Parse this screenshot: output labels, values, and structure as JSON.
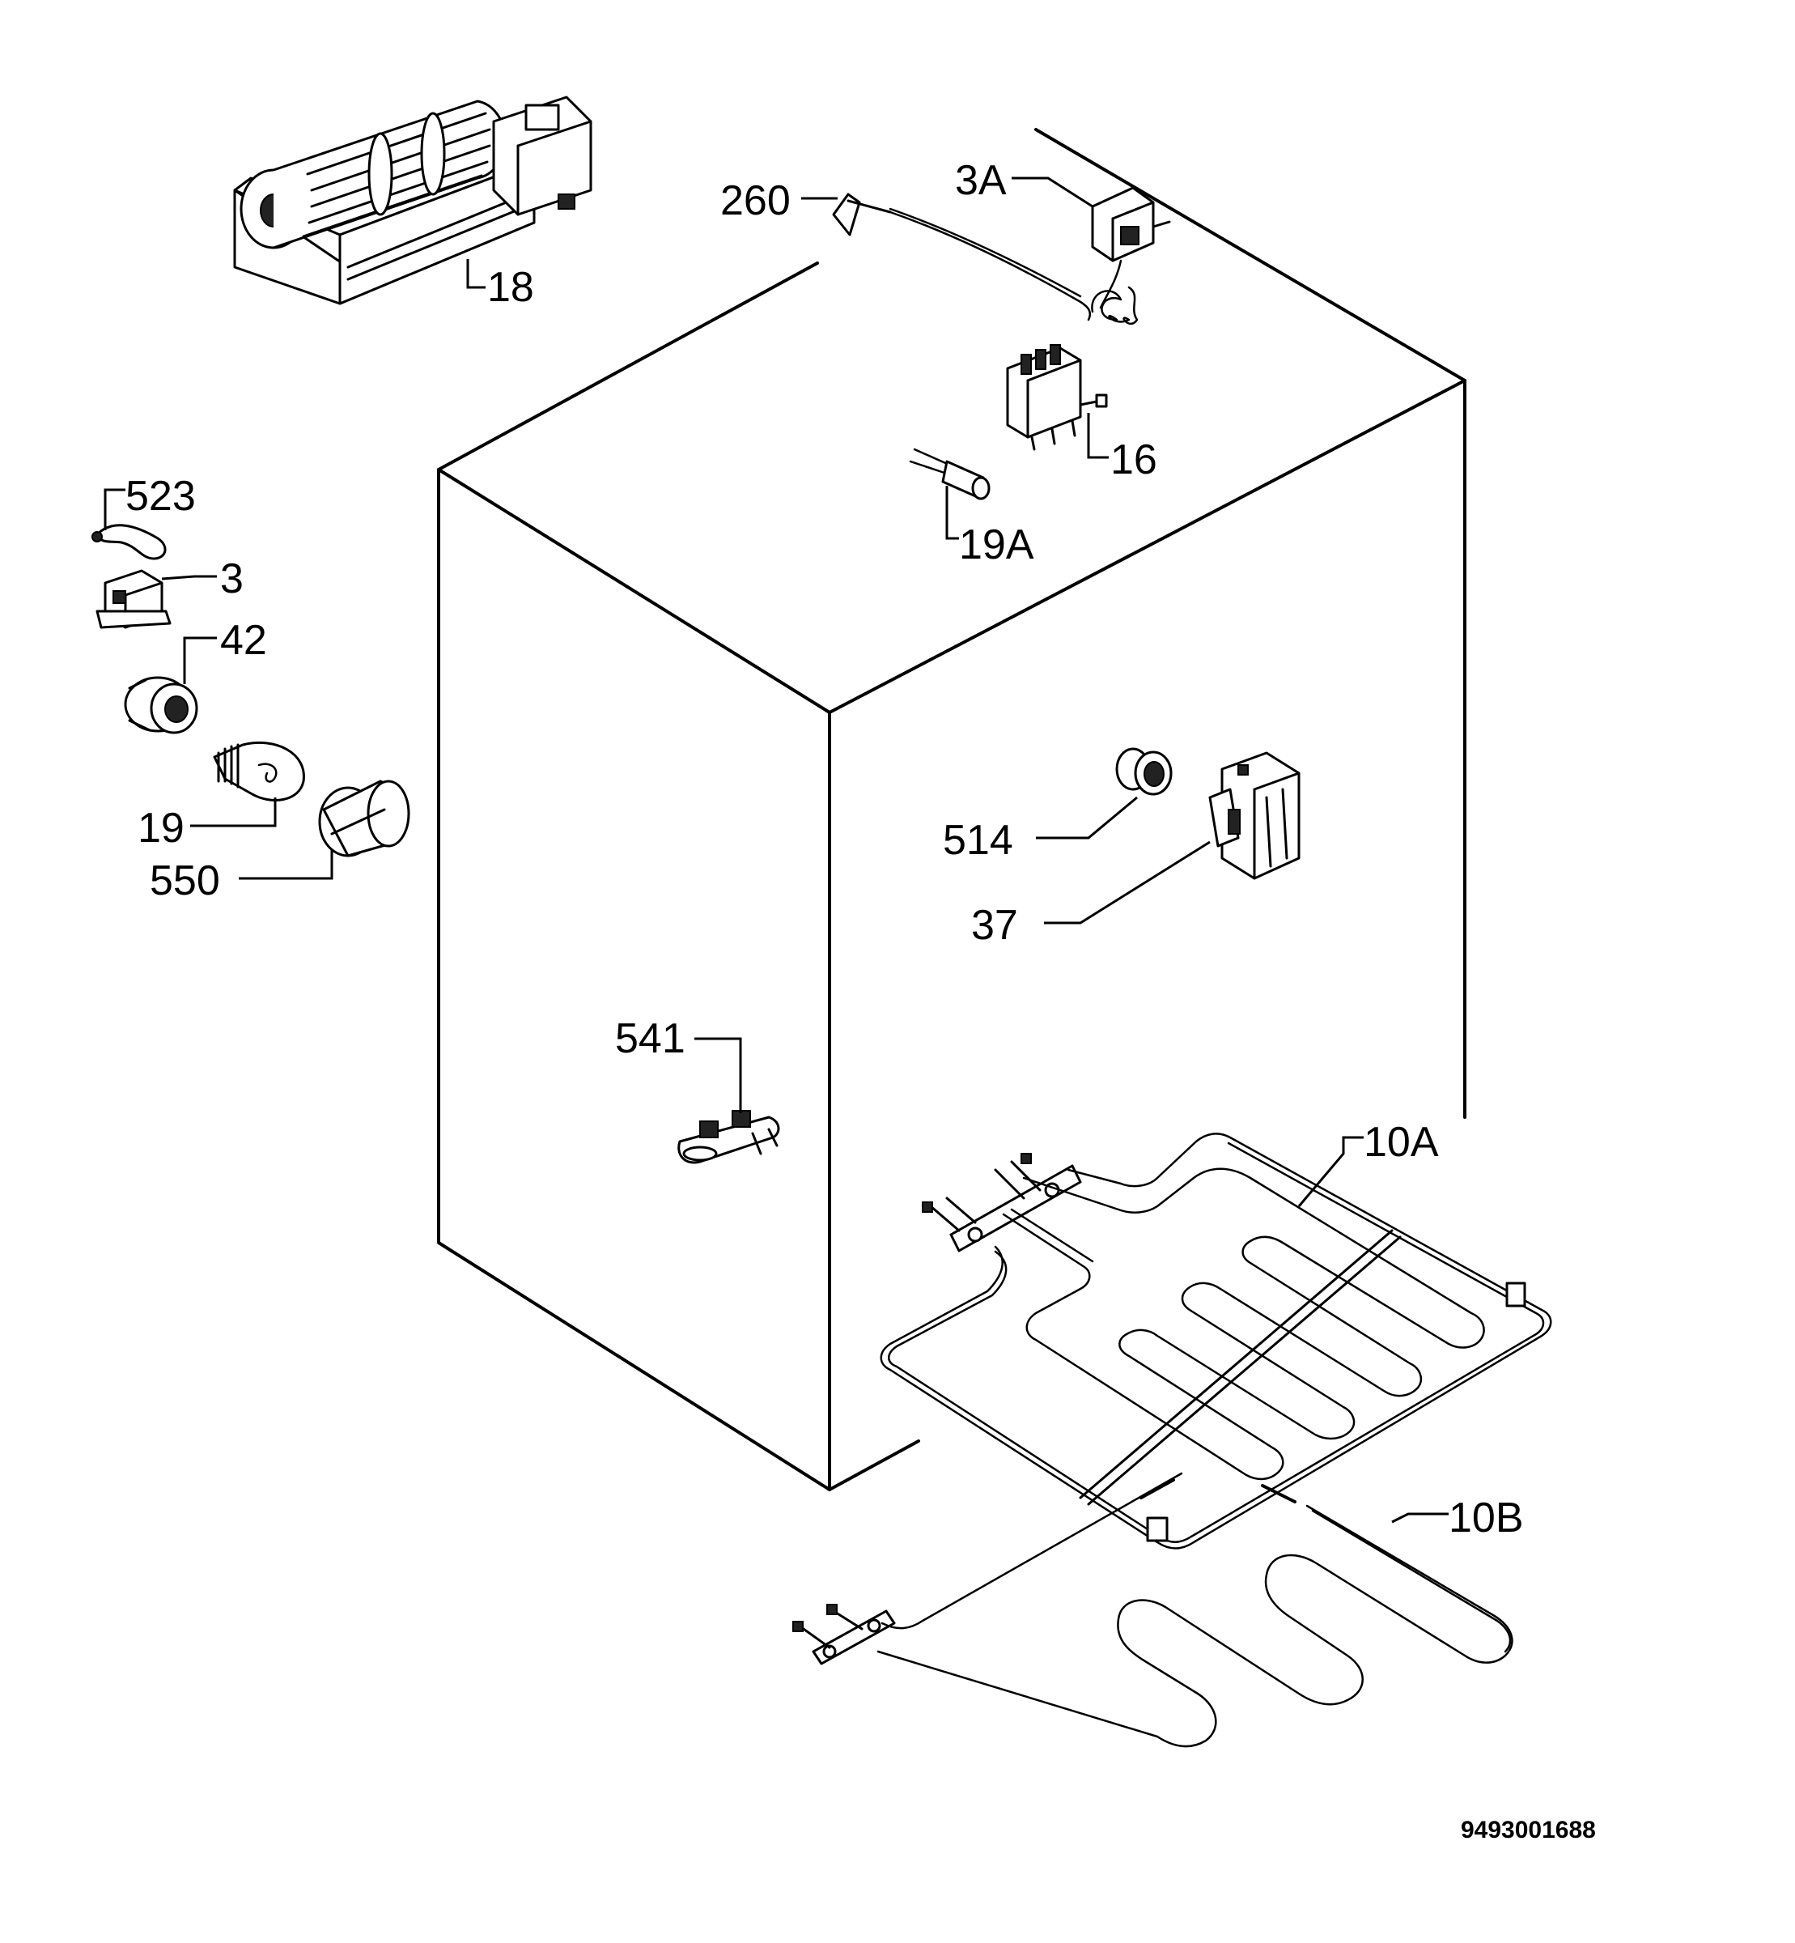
{
  "callouts": {
    "c18": "18",
    "c260": "260",
    "c3A": "3A",
    "c16": "16",
    "c19A": "19A",
    "c523": "523",
    "c3": "3",
    "c42": "42",
    "c19": "19",
    "c550": "550",
    "c514": "514",
    "c37": "37",
    "c541": "541",
    "c10A": "10A",
    "c10B": "10B"
  },
  "drawing_number": "9493001688"
}
